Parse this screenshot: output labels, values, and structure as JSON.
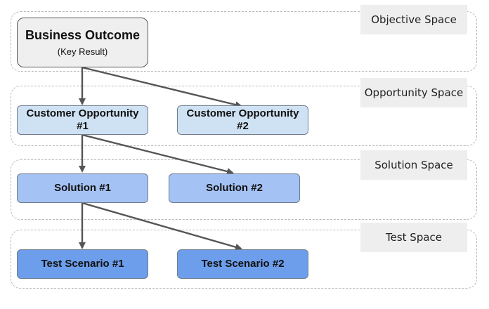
{
  "spaces": [
    {
      "label": "Objective Space"
    },
    {
      "label": "Opportunity Space"
    },
    {
      "label": "Solution Space"
    },
    {
      "label": "Test Space"
    }
  ],
  "nodes": {
    "business_outcome": {
      "title": "Business Outcome",
      "subtitle": "(Key Result)"
    },
    "opportunity_1": {
      "line1": "Customer Opportunity",
      "line2": "#1"
    },
    "opportunity_2": {
      "line1": "Customer Opportunity",
      "line2": "#2"
    },
    "solution_1": {
      "title": "Solution #1"
    },
    "solution_2": {
      "title": "Solution #2"
    },
    "test_1": {
      "title": "Test Scenario #1"
    },
    "test_2": {
      "title": "Test Scenario #2"
    }
  },
  "colors": {
    "outcome_fill": "#efefef",
    "opportunity_fill": "#cfe2f3",
    "solution_fill": "#a4c2f4",
    "test_fill": "#6d9eeb",
    "arrow": "#555555",
    "band_label_fill": "#eeeeee"
  }
}
